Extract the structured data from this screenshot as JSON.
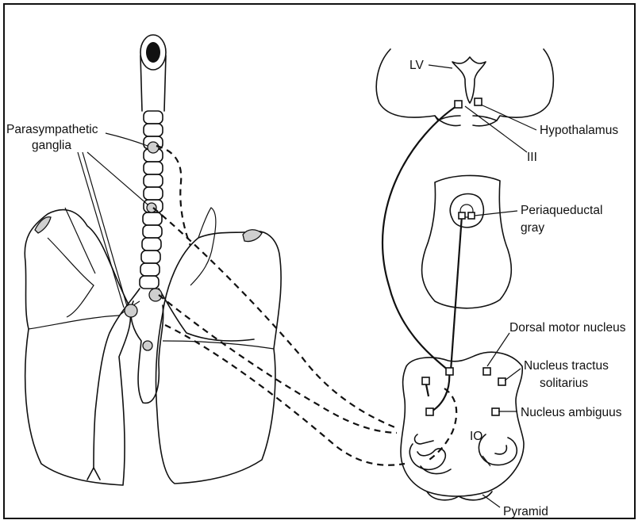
{
  "labels": {
    "parasympathetic_ganglia": [
      "Parasympathetic",
      "ganglia"
    ],
    "lv": "LV",
    "hypothalamus": "Hypothalamus",
    "third_ventricle": "III",
    "periaqueductal_gray": [
      "Periaqueductal",
      "gray"
    ],
    "dorsal_motor_nucleus": "Dorsal motor nucleus",
    "nucleus_tractus_solitarius": [
      "Nucleus tractus",
      "solitarius"
    ],
    "nucleus_ambiguus": "Nucleus ambiguus",
    "io": "IO",
    "pyramid": "Pyramid"
  }
}
